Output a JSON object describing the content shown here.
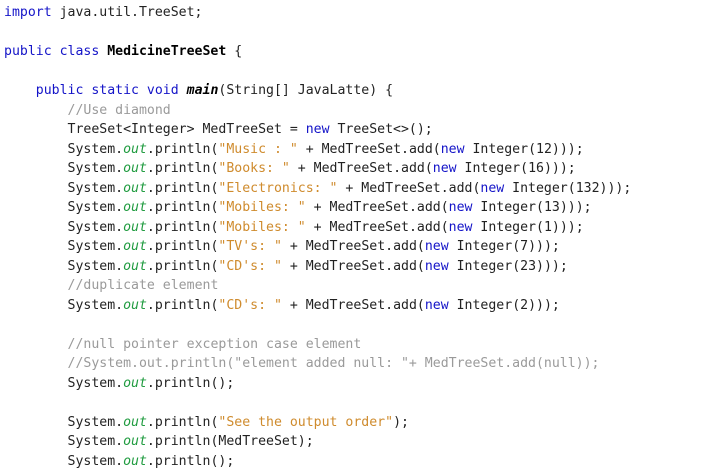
{
  "editor": {
    "language": "java",
    "file_kind": "source-code",
    "background_color": "#ffffff",
    "colors": {
      "keyword": "#1414c8",
      "string": "#cf8b2d",
      "comment": "#9a9a9a",
      "static_field": "#1f9b3f",
      "class_name": "#000000",
      "method_name": "#000000",
      "plain_text": "#222222"
    },
    "lines": [
      {
        "n": 1,
        "text": "import java.util.TreeSet;",
        "tokens": [
          {
            "t": "import",
            "k": "kw"
          },
          {
            "t": " java.util.TreeSet;",
            "k": "plain"
          }
        ]
      },
      {
        "n": 2,
        "text": "",
        "tokens": []
      },
      {
        "n": 3,
        "text": "public class MedicineTreeSet {",
        "tokens": [
          {
            "t": "public class ",
            "k": "kw"
          },
          {
            "t": "MedicineTreeSet",
            "k": "cls"
          },
          {
            "t": " {",
            "k": "plain"
          }
        ]
      },
      {
        "n": 4,
        "text": "",
        "tokens": []
      },
      {
        "n": 5,
        "text": "    public static void main(String[] JavaLatte) {",
        "tokens": [
          {
            "t": "    ",
            "k": "plain"
          },
          {
            "t": "public static void ",
            "k": "kw"
          },
          {
            "t": "main",
            "k": "mtd"
          },
          {
            "t": "(String[] JavaLatte) {",
            "k": "plain"
          }
        ]
      },
      {
        "n": 6,
        "text": "        //Use diamond",
        "tokens": [
          {
            "t": "        ",
            "k": "plain"
          },
          {
            "t": "//Use diamond",
            "k": "cmt"
          }
        ]
      },
      {
        "n": 7,
        "text": "        TreeSet<Integer> MedTreeSet = new TreeSet<>();",
        "tokens": [
          {
            "t": "        TreeSet<Integer> MedTreeSet = ",
            "k": "plain"
          },
          {
            "t": "new",
            "k": "kw"
          },
          {
            "t": " TreeSet<>();",
            "k": "plain"
          }
        ]
      },
      {
        "n": 8,
        "text": "        System.out.println(\"Music : \" + MedTreeSet.add(new Integer(12)));",
        "tokens": [
          {
            "t": "        System.",
            "k": "plain"
          },
          {
            "t": "out",
            "k": "field"
          },
          {
            "t": ".println(",
            "k": "plain"
          },
          {
            "t": "\"Music : \"",
            "k": "str"
          },
          {
            "t": " + MedTreeSet.add(",
            "k": "plain"
          },
          {
            "t": "new",
            "k": "kw"
          },
          {
            "t": " Integer(12)));",
            "k": "plain"
          }
        ]
      },
      {
        "n": 9,
        "text": "        System.out.println(\"Books: \" + MedTreeSet.add(new Integer(16)));",
        "tokens": [
          {
            "t": "        System.",
            "k": "plain"
          },
          {
            "t": "out",
            "k": "field"
          },
          {
            "t": ".println(",
            "k": "plain"
          },
          {
            "t": "\"Books: \"",
            "k": "str"
          },
          {
            "t": " + MedTreeSet.add(",
            "k": "plain"
          },
          {
            "t": "new",
            "k": "kw"
          },
          {
            "t": " Integer(16)));",
            "k": "plain"
          }
        ]
      },
      {
        "n": 10,
        "text": "        System.out.println(\"Electronics: \" + MedTreeSet.add(new Integer(132)));",
        "tokens": [
          {
            "t": "        System.",
            "k": "plain"
          },
          {
            "t": "out",
            "k": "field"
          },
          {
            "t": ".println(",
            "k": "plain"
          },
          {
            "t": "\"Electronics: \"",
            "k": "str"
          },
          {
            "t": " + MedTreeSet.add(",
            "k": "plain"
          },
          {
            "t": "new",
            "k": "kw"
          },
          {
            "t": " Integer(132)));",
            "k": "plain"
          }
        ]
      },
      {
        "n": 11,
        "text": "        System.out.println(\"Mobiles: \" + MedTreeSet.add(new Integer(13)));",
        "tokens": [
          {
            "t": "        System.",
            "k": "plain"
          },
          {
            "t": "out",
            "k": "field"
          },
          {
            "t": ".println(",
            "k": "plain"
          },
          {
            "t": "\"Mobiles: \"",
            "k": "str"
          },
          {
            "t": " + MedTreeSet.add(",
            "k": "plain"
          },
          {
            "t": "new",
            "k": "kw"
          },
          {
            "t": " Integer(13)));",
            "k": "plain"
          }
        ]
      },
      {
        "n": 12,
        "text": "        System.out.println(\"Mobiles: \" + MedTreeSet.add(new Integer(1)));",
        "tokens": [
          {
            "t": "        System.",
            "k": "plain"
          },
          {
            "t": "out",
            "k": "field"
          },
          {
            "t": ".println(",
            "k": "plain"
          },
          {
            "t": "\"Mobiles: \"",
            "k": "str"
          },
          {
            "t": " + MedTreeSet.add(",
            "k": "plain"
          },
          {
            "t": "new",
            "k": "kw"
          },
          {
            "t": " Integer(1)));",
            "k": "plain"
          }
        ]
      },
      {
        "n": 13,
        "text": "        System.out.println(\"TV's: \" + MedTreeSet.add(new Integer(7)));",
        "tokens": [
          {
            "t": "        System.",
            "k": "plain"
          },
          {
            "t": "out",
            "k": "field"
          },
          {
            "t": ".println(",
            "k": "plain"
          },
          {
            "t": "\"TV's: \"",
            "k": "str"
          },
          {
            "t": " + MedTreeSet.add(",
            "k": "plain"
          },
          {
            "t": "new",
            "k": "kw"
          },
          {
            "t": " Integer(7)));",
            "k": "plain"
          }
        ]
      },
      {
        "n": 14,
        "text": "        System.out.println(\"CD's: \" + MedTreeSet.add(new Integer(23)));",
        "tokens": [
          {
            "t": "        System.",
            "k": "plain"
          },
          {
            "t": "out",
            "k": "field"
          },
          {
            "t": ".println(",
            "k": "plain"
          },
          {
            "t": "\"CD's: \"",
            "k": "str"
          },
          {
            "t": " + MedTreeSet.add(",
            "k": "plain"
          },
          {
            "t": "new",
            "k": "kw"
          },
          {
            "t": " Integer(23)));",
            "k": "plain"
          }
        ]
      },
      {
        "n": 15,
        "text": "        //duplicate element",
        "tokens": [
          {
            "t": "        ",
            "k": "plain"
          },
          {
            "t": "//duplicate element",
            "k": "cmt"
          }
        ]
      },
      {
        "n": 16,
        "text": "        System.out.println(\"CD's: \" + MedTreeSet.add(new Integer(2)));",
        "tokens": [
          {
            "t": "        System.",
            "k": "plain"
          },
          {
            "t": "out",
            "k": "field"
          },
          {
            "t": ".println(",
            "k": "plain"
          },
          {
            "t": "\"CD's: \"",
            "k": "str"
          },
          {
            "t": " + MedTreeSet.add(",
            "k": "plain"
          },
          {
            "t": "new",
            "k": "kw"
          },
          {
            "t": " Integer(2)));",
            "k": "plain"
          }
        ]
      },
      {
        "n": 17,
        "text": "",
        "tokens": []
      },
      {
        "n": 18,
        "text": "        //null pointer exception case element",
        "tokens": [
          {
            "t": "        ",
            "k": "plain"
          },
          {
            "t": "//null pointer exception case element",
            "k": "cmt"
          }
        ]
      },
      {
        "n": 19,
        "text": "        //System.out.println(\"element added null: \"+ MedTreeSet.add(null));",
        "tokens": [
          {
            "t": "        ",
            "k": "plain"
          },
          {
            "t": "//System.out.println(\"element added null: \"+ MedTreeSet.add(null));",
            "k": "cmt"
          }
        ]
      },
      {
        "n": 20,
        "text": "        System.out.println();",
        "tokens": [
          {
            "t": "        System.",
            "k": "plain"
          },
          {
            "t": "out",
            "k": "field"
          },
          {
            "t": ".println();",
            "k": "plain"
          }
        ]
      },
      {
        "n": 21,
        "text": "",
        "tokens": []
      },
      {
        "n": 22,
        "text": "        System.out.println(\"See the output order\");",
        "tokens": [
          {
            "t": "        System.",
            "k": "plain"
          },
          {
            "t": "out",
            "k": "field"
          },
          {
            "t": ".println(",
            "k": "plain"
          },
          {
            "t": "\"See the output order\"",
            "k": "str"
          },
          {
            "t": ");",
            "k": "plain"
          }
        ]
      },
      {
        "n": 23,
        "text": "        System.out.println(MedTreeSet);",
        "tokens": [
          {
            "t": "        System.",
            "k": "plain"
          },
          {
            "t": "out",
            "k": "field"
          },
          {
            "t": ".println(MedTreeSet);",
            "k": "plain"
          }
        ]
      },
      {
        "n": 24,
        "text": "        System.out.println();",
        "tokens": [
          {
            "t": "        System.",
            "k": "plain"
          },
          {
            "t": "out",
            "k": "field"
          },
          {
            "t": ".println();",
            "k": "plain"
          }
        ]
      }
    ]
  }
}
